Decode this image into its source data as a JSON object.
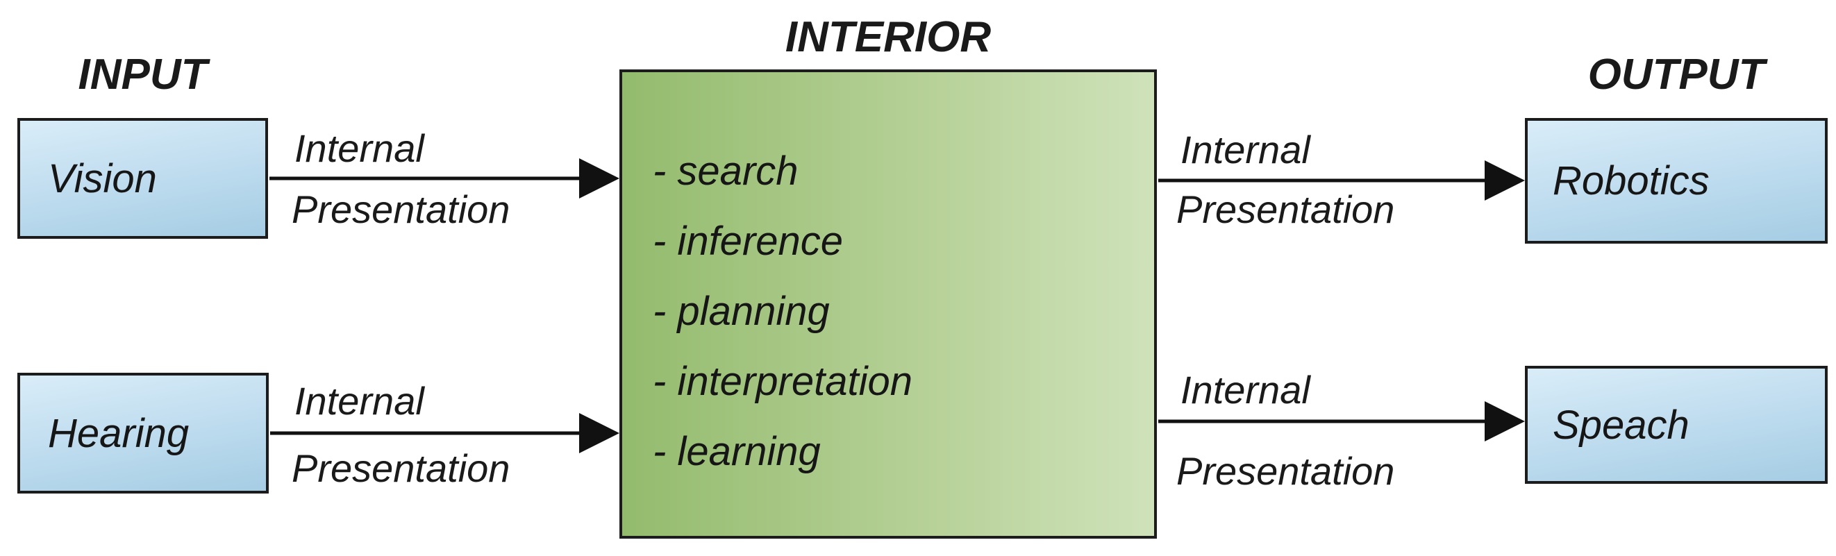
{
  "sections": {
    "input": {
      "heading": "INPUT",
      "boxes": [
        {
          "label": "Vision"
        },
        {
          "label": "Hearing"
        }
      ]
    },
    "interior": {
      "heading": "INTERIOR",
      "items": [
        "- search",
        "- inference",
        "- planning",
        "- interpretation",
        "- learning"
      ]
    },
    "output": {
      "heading": "OUTPUT",
      "boxes": [
        {
          "label": "Robotics"
        },
        {
          "label": "Speach"
        }
      ]
    }
  },
  "arrows": [
    {
      "from": "Vision",
      "to": "Interior",
      "label_top": "Internal",
      "label_bottom": "Presentation"
    },
    {
      "from": "Hearing",
      "to": "Interior",
      "label_top": "Internal",
      "label_bottom": "Presentation"
    },
    {
      "from": "Interior",
      "to": "Robotics",
      "label_top": "Internal",
      "label_bottom": "Presentation"
    },
    {
      "from": "Interior",
      "to": "Speach",
      "label_top": "Internal",
      "label_bottom": "Presentation"
    }
  ],
  "colors": {
    "background": "#ffffff",
    "box_blue_light": "#d9edf8",
    "box_blue_dark": "#a5cde4",
    "box_green_dark": "#93bb6d",
    "box_green_light": "#cfe2ba",
    "border": "#1c1c1c",
    "arrow": "#111111",
    "text": "#1a1a1a"
  }
}
